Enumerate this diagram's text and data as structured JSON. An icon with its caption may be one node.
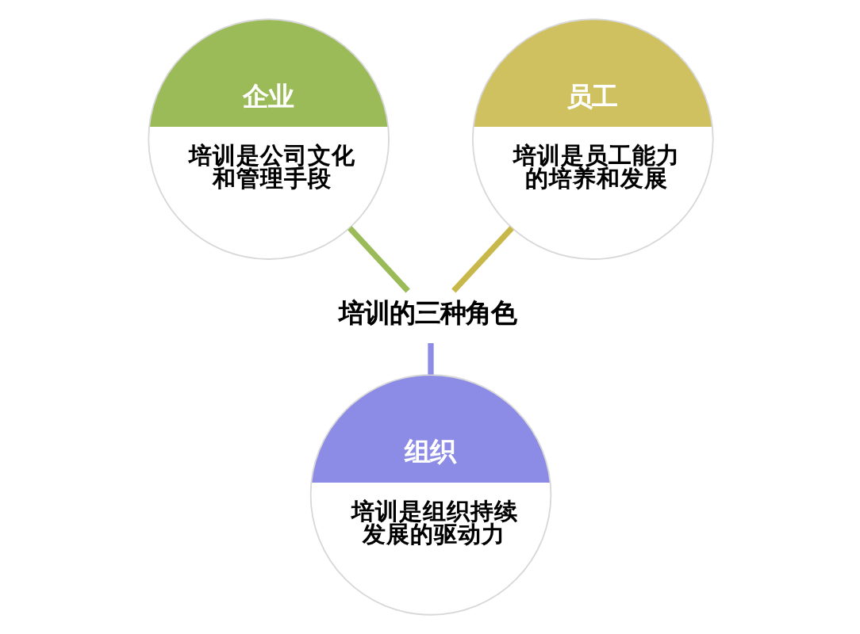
{
  "diagram": {
    "nodes": [
      {
        "text": [
          "企业",
          "培训是公司文化和管理手段"
        ]
      },
      {
        "text": [
          "员工",
          "培训是员工能力的培养和发展"
        ]
      },
      {
        "text": [
          "培训的三种角色"
        ]
      },
      {
        "text": [
          "组织",
          "培训是组织持续发展的驱动力"
        ]
      }
    ],
    "edges": [
      {
        "from": 2,
        "to": 0,
        "arrow": "none",
        "color": "#9bbb59"
      },
      {
        "from": 2,
        "to": 1,
        "arrow": "none",
        "color": "#c8b84a"
      },
      {
        "from": 2,
        "to": 3,
        "arrow": "none",
        "color": "#8c8ce6"
      }
    ]
  }
}
